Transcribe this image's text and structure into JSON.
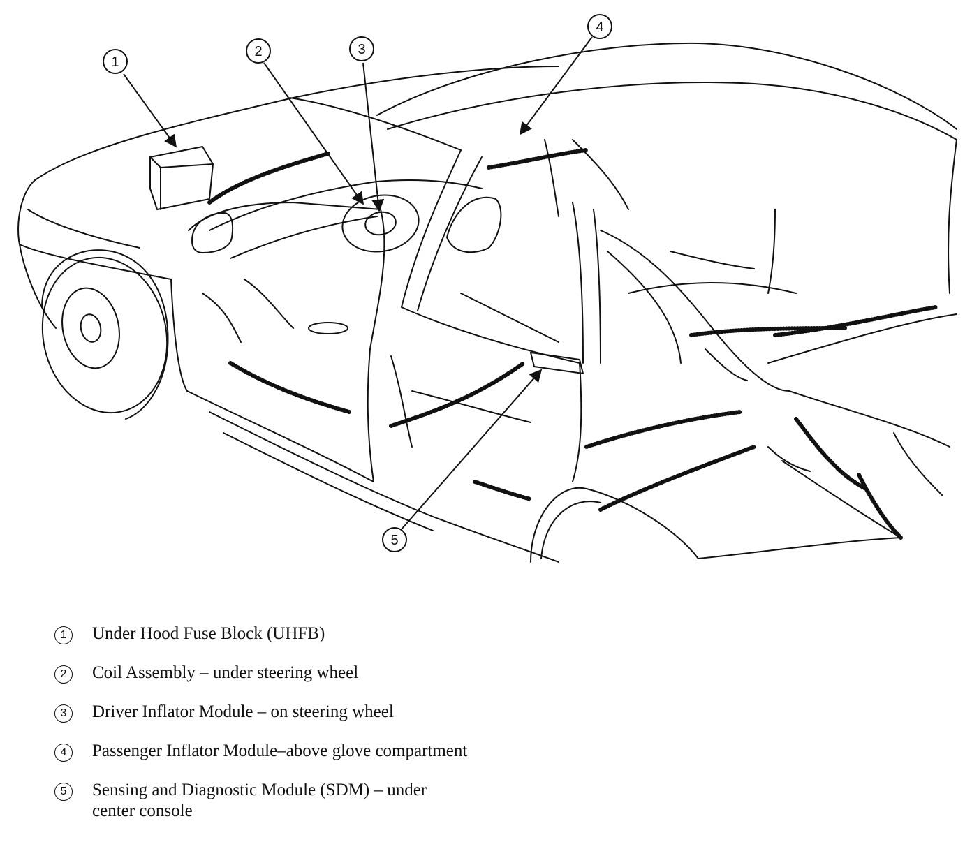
{
  "callouts": [
    {
      "number": "1",
      "label": "Under Hood Fuse Block (UHFB)"
    },
    {
      "number": "2",
      "label": "Coil Assembly – under steering wheel"
    },
    {
      "number": "3",
      "label": "Driver Inflator Module – on steering wheel"
    },
    {
      "number": "4",
      "label": "Passenger Inflator Module–above glove compartment"
    },
    {
      "number": "5",
      "label": "Sensing and Diagnostic Module (SDM) – under\ncenter console"
    }
  ],
  "colors": {
    "ink": "#111111",
    "background": "#ffffff"
  }
}
